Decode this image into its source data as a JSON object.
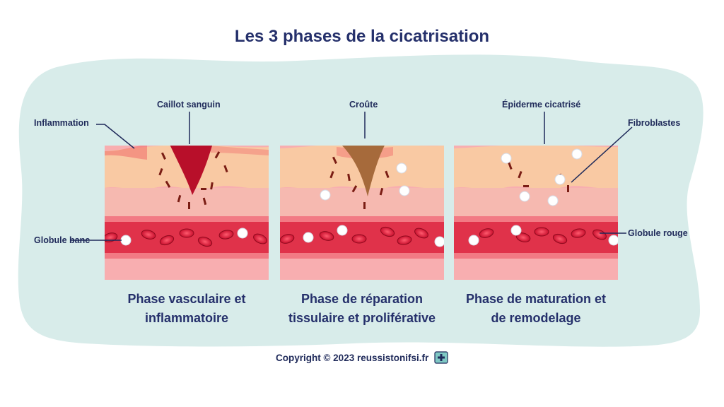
{
  "title": "Les 3 phases de la cicatrisation",
  "colors": {
    "background_blob": "#d8ecea",
    "title": "#25306b",
    "epidermis": "#f9c9a3",
    "dermis": "#f6b3ad",
    "vessel": "#e0324a",
    "blood_cell": "#c8102e",
    "clot": "#b80f2a",
    "scab": "#a66a3b"
  },
  "panels": [
    {
      "caption_line1": "Phase vasculaire et",
      "caption_line2": "inflammatoire"
    },
    {
      "caption_line1": "Phase de réparation",
      "caption_line2": "tissulaire et proliférative"
    },
    {
      "caption_line1": "Phase de maturation et",
      "caption_line2": "de remodelage"
    }
  ],
  "labels": {
    "inflammation": "Inflammation",
    "caillot": "Caillot sanguin",
    "globule_blanc": "Globule banc",
    "croute": "Croûte",
    "epiderme": "Épiderme cicatrisé",
    "fibroblastes": "Fibroblastes",
    "globule_rouge": "Globule rouge"
  },
  "footer": {
    "text": "Copyright © 2023 reussistonifsi.fr",
    "logo_icon": "nurse-logo-icon"
  }
}
